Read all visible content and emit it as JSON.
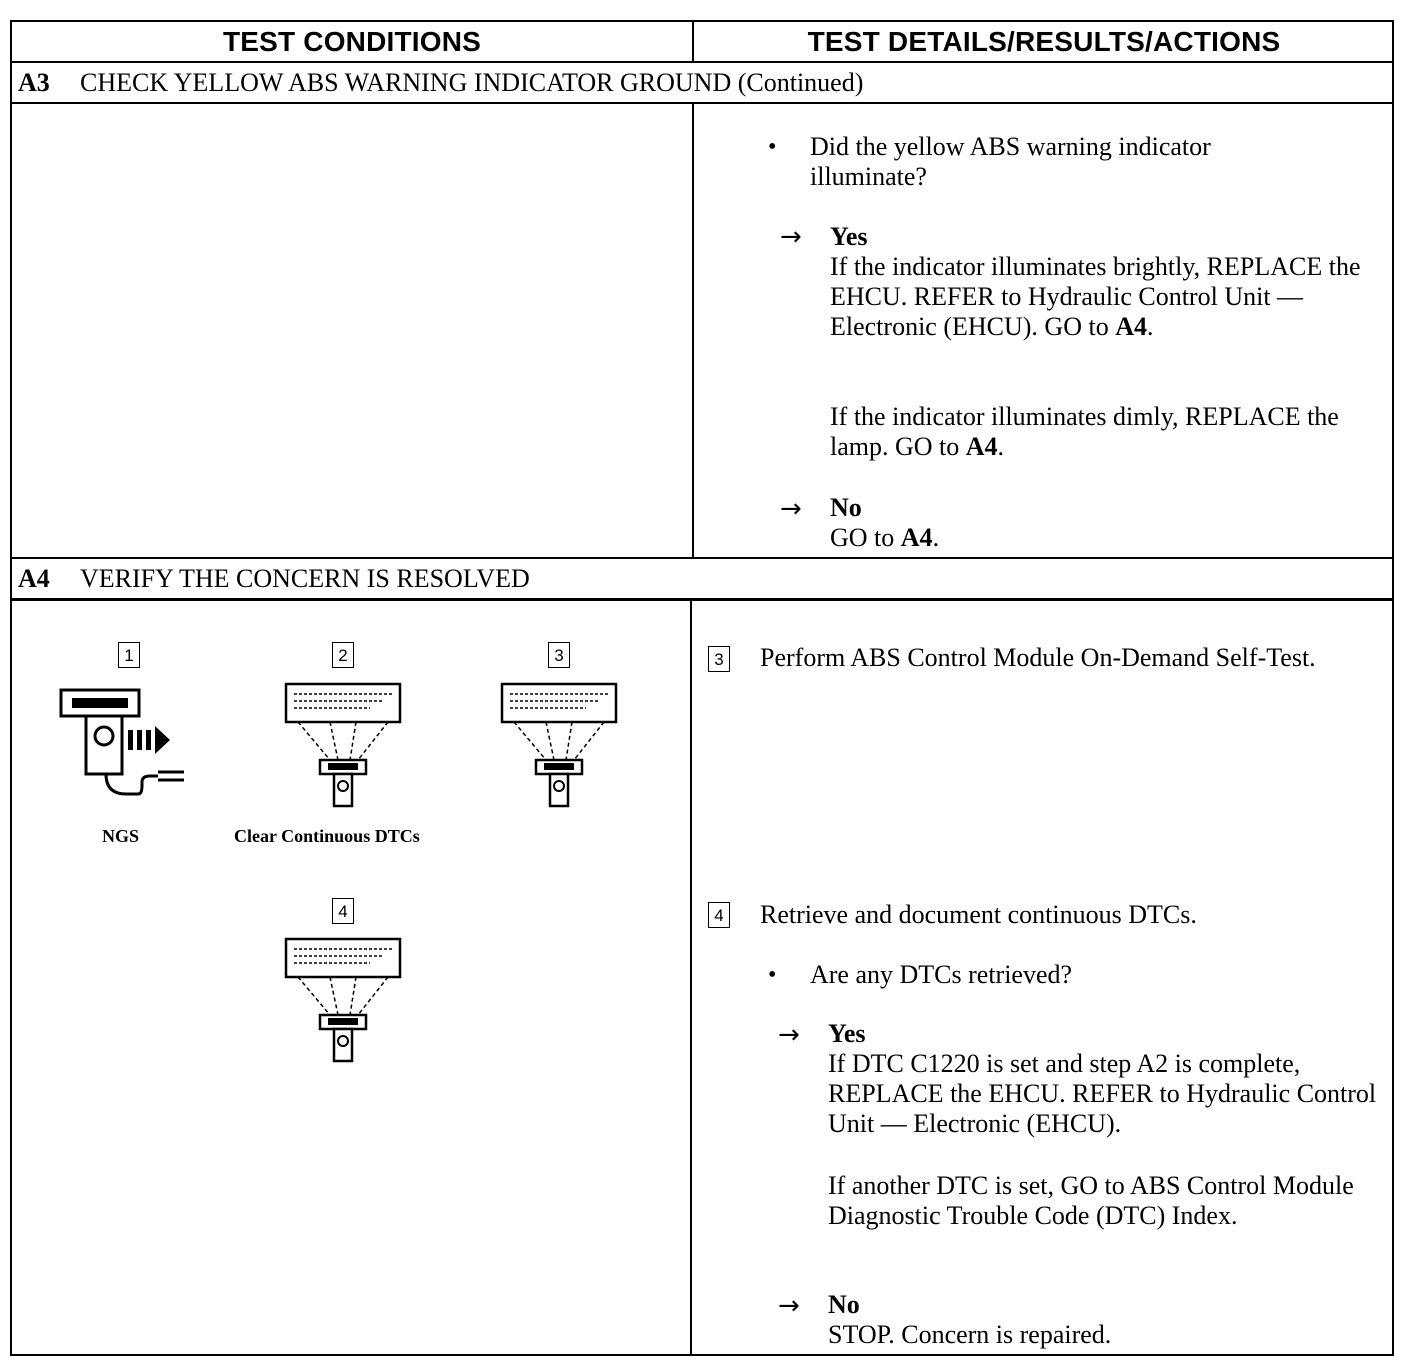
{
  "header": {
    "left": "TEST CONDITIONS",
    "right": "TEST DETAILS/RESULTS/ACTIONS"
  },
  "sections": [
    {
      "id": "A3",
      "title": "CHECK YELLOW ABS WARNING INDICATOR GROUND (Continued)"
    },
    {
      "id": "A4",
      "title": "VERIFY THE CONCERN IS RESOLVED"
    }
  ],
  "a3": {
    "question": "Did the yellow ABS warning indicator illuminate?",
    "yes_label": "Yes",
    "yes_text1_pre": "If the indicator illuminates brightly, REPLACE the EHCU. REFER to Hydraulic Control Unit — Electronic (EHCU). GO to ",
    "yes_text1_ref": "A4",
    "yes_text1_post": ".",
    "yes_text2_pre": "If the indicator illuminates dimly, REPLACE the lamp. GO to ",
    "yes_text2_ref": "A4",
    "yes_text2_post": ".",
    "no_label": "No",
    "no_text_pre": "GO to ",
    "no_text_ref": "A4",
    "no_text_post": "."
  },
  "a4": {
    "illustrations": [
      {
        "step": "1",
        "caption": "NGS",
        "icon": "ngs-tester-icon"
      },
      {
        "step": "2",
        "caption": "Clear Continuous DTCs",
        "icon": "scan-tool-display-icon"
      },
      {
        "step": "3",
        "caption": "",
        "icon": "scan-tool-display-icon"
      },
      {
        "step": "4",
        "caption": "",
        "icon": "scan-tool-display-icon"
      }
    ],
    "step3_num": "3",
    "step3_text": "Perform ABS Control Module On-Demand Self-Test.",
    "step4_num": "4",
    "step4_text": "Retrieve and document continuous DTCs.",
    "question": "Are any DTCs retrieved?",
    "yes_label": "Yes",
    "yes_text1": "If DTC C1220 is set and step A2 is complete, REPLACE the EHCU. REFER to Hydraulic Control Unit — Electronic (EHCU).",
    "yes_text2": "If another DTC is set, GO to ABS Control Module Diagnostic Trouble Code (DTC) Index.",
    "no_label": "No",
    "no_text": "STOP. Concern is repaired."
  },
  "symbols": {
    "bullet": "•",
    "arrow": "→"
  }
}
